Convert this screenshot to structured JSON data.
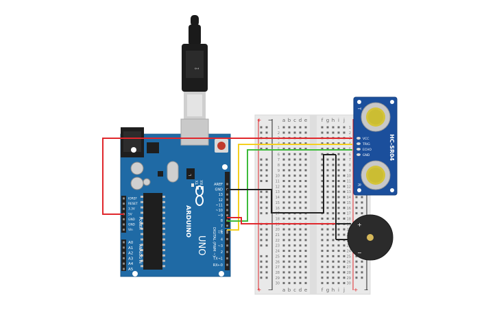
{
  "colors": {
    "arduino_board": "#1f6aa5",
    "breadboard": "#e9e9e9",
    "sensor_board": "#1b4f9c",
    "buzzer": "#2b2b2b",
    "wire_red": "#e0262b",
    "wire_yellow": "#f5d01f",
    "wire_green": "#3dbb3a",
    "wire_black": "#222222"
  },
  "arduino": {
    "brand": "ARDUINO",
    "model": "UNO",
    "digital_label": "DIGITAL (PWM ~)",
    "power_label": "POWER",
    "analog_label": "ANALOG IN",
    "power_pins": [
      "IOREF",
      "RESET",
      "3.3V",
      "5V",
      "GND",
      "GND",
      "Vin"
    ],
    "analog_pins": [
      "A0",
      "A1",
      "A2",
      "A3",
      "A4",
      "A5"
    ],
    "digital_pins": [
      "AREF",
      "GND",
      "13",
      "12",
      "~11",
      "~10",
      "~9",
      "8",
      "7",
      "~6",
      "~5",
      "4",
      "~3",
      "2",
      "TX→1",
      "RX←0"
    ],
    "tx_label": "TX",
    "rx_label": "RX",
    "l_label": "L"
  },
  "breadboard": {
    "cols_left": [
      "a",
      "b",
      "c",
      "d",
      "e"
    ],
    "cols_right": [
      "f",
      "g",
      "h",
      "i",
      "j"
    ],
    "rows": [
      "1",
      "2",
      "3",
      "4",
      "5",
      "6",
      "7",
      "8",
      "9",
      "10",
      "11",
      "12",
      "13",
      "14",
      "15",
      "16",
      "17",
      "18",
      "19",
      "20",
      "21",
      "22",
      "23",
      "24",
      "25",
      "26",
      "27",
      "28",
      "29",
      "30"
    ],
    "plus": "+",
    "minus": "−"
  },
  "sensor": {
    "model": "HC-SR04",
    "pins": [
      "VCC",
      "TRIG",
      "ECHO",
      "GND"
    ],
    "side_t": "T",
    "side_r": "R"
  },
  "buzzer": {
    "plus": "+",
    "minus": "−"
  }
}
